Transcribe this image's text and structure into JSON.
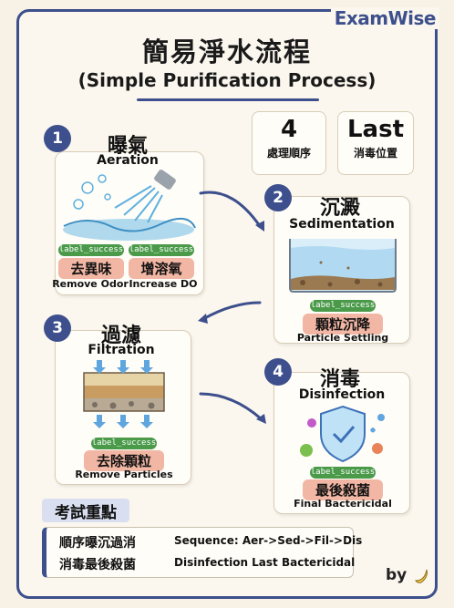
{
  "brand": "ExamWise",
  "title_zh": "簡易淨水流程",
  "title_en": "(Simple Purification Process)",
  "stats": [
    {
      "big": "4",
      "small": "處理順序"
    },
    {
      "big": "Last",
      "small": "消毒位置"
    }
  ],
  "steps": [
    {
      "num": "1",
      "zh": "曝氣",
      "en": "Aeration",
      "results": [
        {
          "tag": "label_success",
          "zh": "去異味",
          "en": "Remove Odor"
        },
        {
          "tag": "label_success",
          "zh": "增溶氧",
          "en": "Increase DO"
        }
      ]
    },
    {
      "num": "2",
      "zh": "沉澱",
      "en": "Sedimentation",
      "results": [
        {
          "tag": "label_success",
          "zh": "顆粒沉降",
          "en": "Particle Settling"
        }
      ]
    },
    {
      "num": "3",
      "zh": "過濾",
      "en": "Filtration",
      "results": [
        {
          "tag": "label_success",
          "zh": "去除顆粒",
          "en": "Remove Particles"
        }
      ]
    },
    {
      "num": "4",
      "zh": "消毒",
      "en": "Disinfection",
      "results": [
        {
          "tag": "label_success",
          "zh": "最後殺菌",
          "en": "Final Bactericidal"
        }
      ]
    }
  ],
  "exam": {
    "title": "考試重點",
    "rows": [
      {
        "zh": "順序曝沉過消",
        "en": "Sequence: Aer->Sed->Fil->Dis"
      },
      {
        "zh": "消毒最後殺菌",
        "en": "Disinfection Last Bactericidal"
      }
    ]
  },
  "footer": {
    "by": "by",
    "icon": "banana-icon"
  },
  "colors": {
    "accent": "#3d4f8c",
    "tag": "#4a9a4a",
    "pill": "#f2b6a4",
    "background": "#fbf7ee"
  }
}
